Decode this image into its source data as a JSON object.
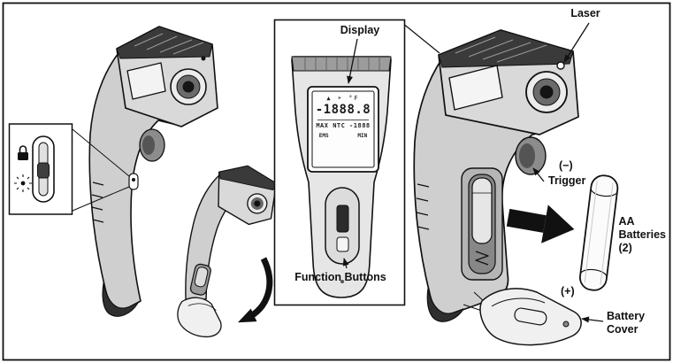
{
  "figure": {
    "labels": {
      "laser": "Laser",
      "display": "Display",
      "trigger": "Trigger",
      "function_buttons": "Function Buttons",
      "battery_negative": "(−)",
      "battery_positive": "(+)",
      "aa_batteries": "AA\nBatteries\n(2)",
      "battery_cover": "Battery\nCover"
    },
    "lcd": {
      "icons_row": "▲ ☀ °F",
      "main_reading": "-1888.8",
      "sub_row": "MAX NTC -1888",
      "flag_left": "EMS",
      "flag_right": "MIN"
    },
    "colors": {
      "ink": "#111111",
      "paper": "#ffffff",
      "body_gray": "#cfcfcf",
      "dark_gray": "#3a3a3a"
    }
  }
}
